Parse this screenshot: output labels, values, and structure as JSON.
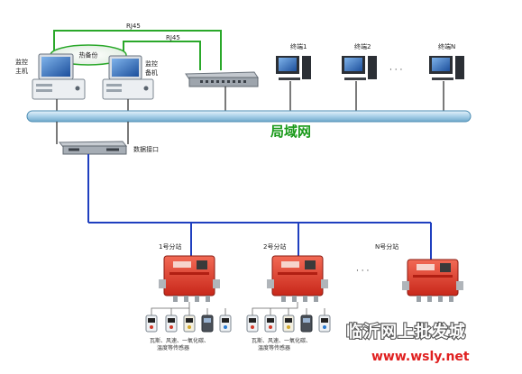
{
  "labels": {
    "rj45_top": "RJ45",
    "rj45_mid": "RJ45",
    "hot_standby": "热备份",
    "monitor_host": [
      "监控",
      "主机"
    ],
    "monitor_backup": [
      "监控",
      "备机"
    ],
    "terminal_1": "终端1",
    "terminal_2": "终端2",
    "terminal_n": "终端N",
    "ellipsis": "· · ·",
    "lan": "局域网",
    "data_interface": "数据接口",
    "substation_1": "1号分站",
    "substation_2": "2号分站",
    "substation_n": "N号分站",
    "sensors_caption_1": [
      "瓦斯、风速、一氧化碳、",
      "温度等传感器"
    ],
    "sensors_caption_2": [
      "瓦斯、风速、一氧化碳、",
      "温度等传感器"
    ]
  },
  "watermark": {
    "title": "临沂网上批发城",
    "url": "www.wsly.net"
  },
  "colors": {
    "lan_bar": "#b9d9ec",
    "green_link": "#2aa82a",
    "blue_link": "#1f3fbf",
    "substation_red": "#e03a2a",
    "watermark_url": "#e02020"
  }
}
